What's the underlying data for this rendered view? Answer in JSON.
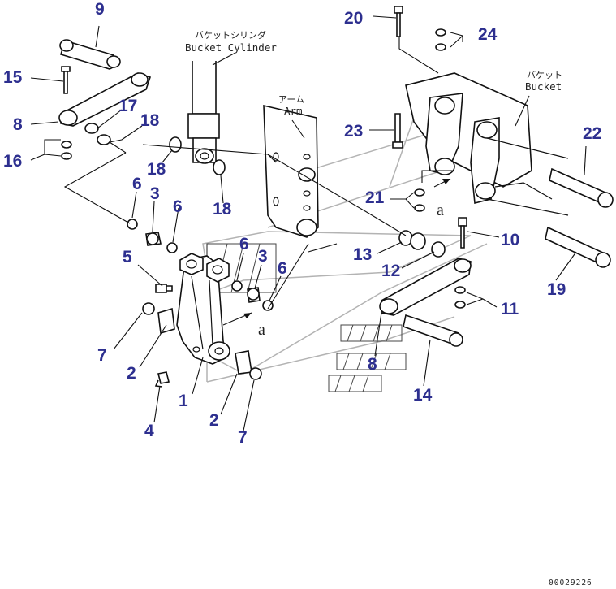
{
  "labels": {
    "bucket_cylinder_jp": "バケットシリンダ",
    "bucket_cylinder_en": "Bucket Cylinder",
    "arm_jp": "アーム",
    "arm_en": "Arm",
    "bucket_jp": "バケット",
    "bucket_en": "Bucket",
    "view_marker": "a",
    "serial": "00029226"
  },
  "callouts": [
    "1",
    "2",
    "3",
    "4",
    "5",
    "6",
    "7",
    "8",
    "9",
    "10",
    "11",
    "12",
    "13",
    "14",
    "15",
    "16",
    "17",
    "18",
    "19",
    "20",
    "21",
    "22",
    "23",
    "24"
  ],
  "colors": {
    "callout": "#2d2f8f",
    "line": "#111111",
    "ghost": "#b3b3b3"
  }
}
